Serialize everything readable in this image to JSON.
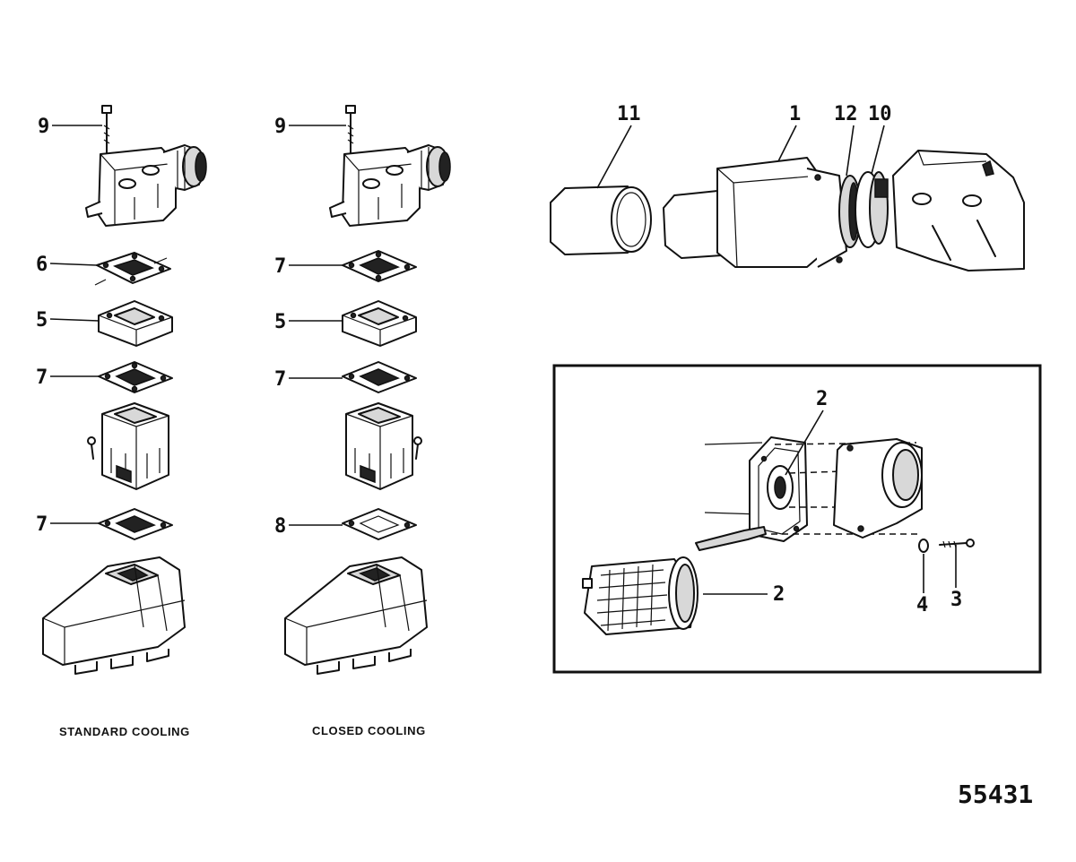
{
  "callouts": {
    "std_9": "9",
    "std_6": "6",
    "std_5": "5",
    "std_7a": "7",
    "std_7b": "7",
    "cc_9": "9",
    "cc_7a": "7",
    "cc_5": "5",
    "cc_7b": "7",
    "cc_8": "8",
    "top_11": "11",
    "top_1": "1",
    "top_12": "12",
    "top_10": "10",
    "inset_2a": "2",
    "inset_2b": "2",
    "inset_4": "4",
    "inset_3": "3"
  },
  "captions": {
    "standard": "STANDARD COOLING",
    "closed": "CLOSED COOLING"
  },
  "figure_number": "55431"
}
